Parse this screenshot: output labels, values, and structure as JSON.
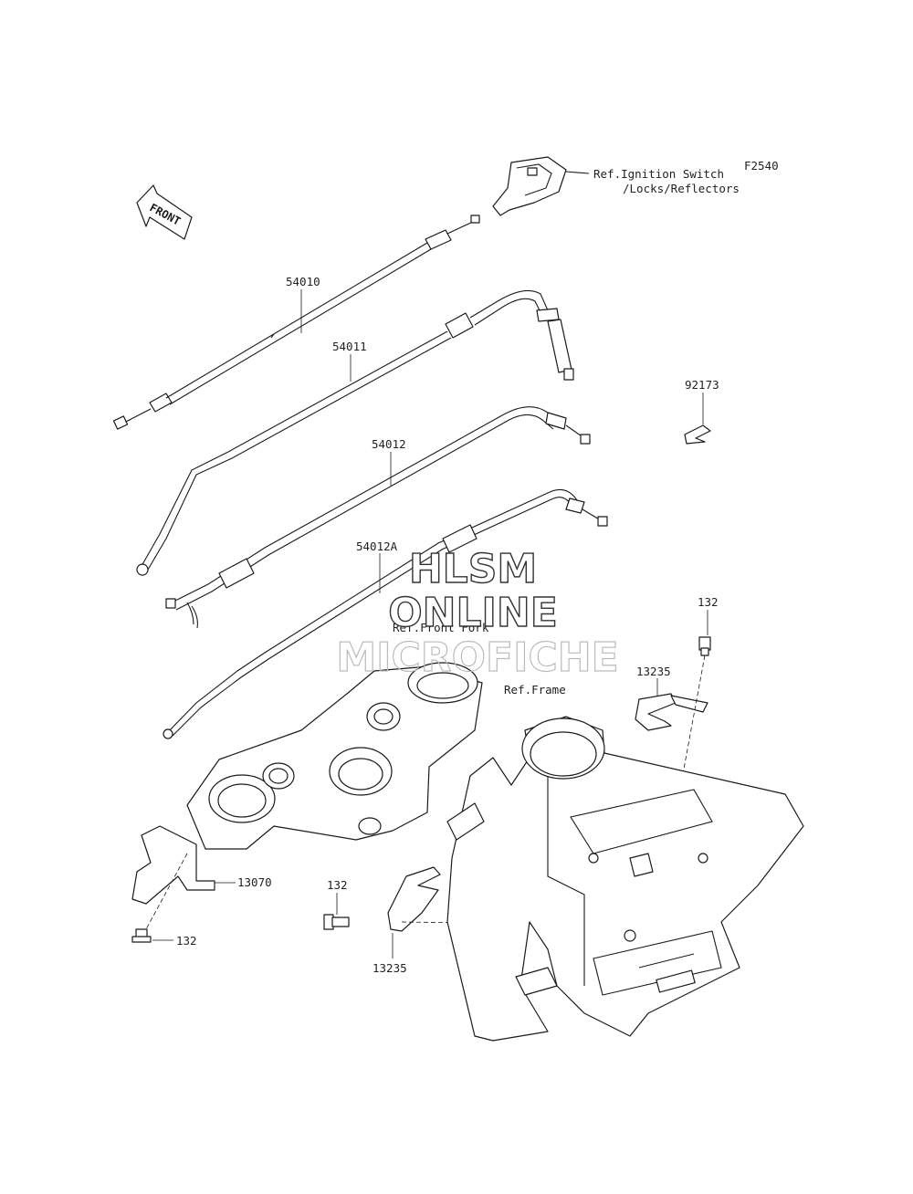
{
  "diagram_id": "F2540",
  "front_label": "FRONT",
  "references": {
    "ignition": [
      "Ref.Ignition Switch",
      "/Locks/Reflectors"
    ],
    "front_fork": "Ref.Front Fork",
    "frame": "Ref.Frame"
  },
  "part_labels": {
    "p54010": "54010",
    "p54011": "54011",
    "p54012": "54012",
    "p54012a": "54012A",
    "p92173": "92173",
    "p132_top": "132",
    "p13235_top": "13235",
    "p13070": "13070",
    "p132_left": "132",
    "p132_mid": "132",
    "p13235_bot": "13235"
  },
  "watermark": [
    "HLSM",
    "ONLINE",
    "MICROFICHE"
  ]
}
